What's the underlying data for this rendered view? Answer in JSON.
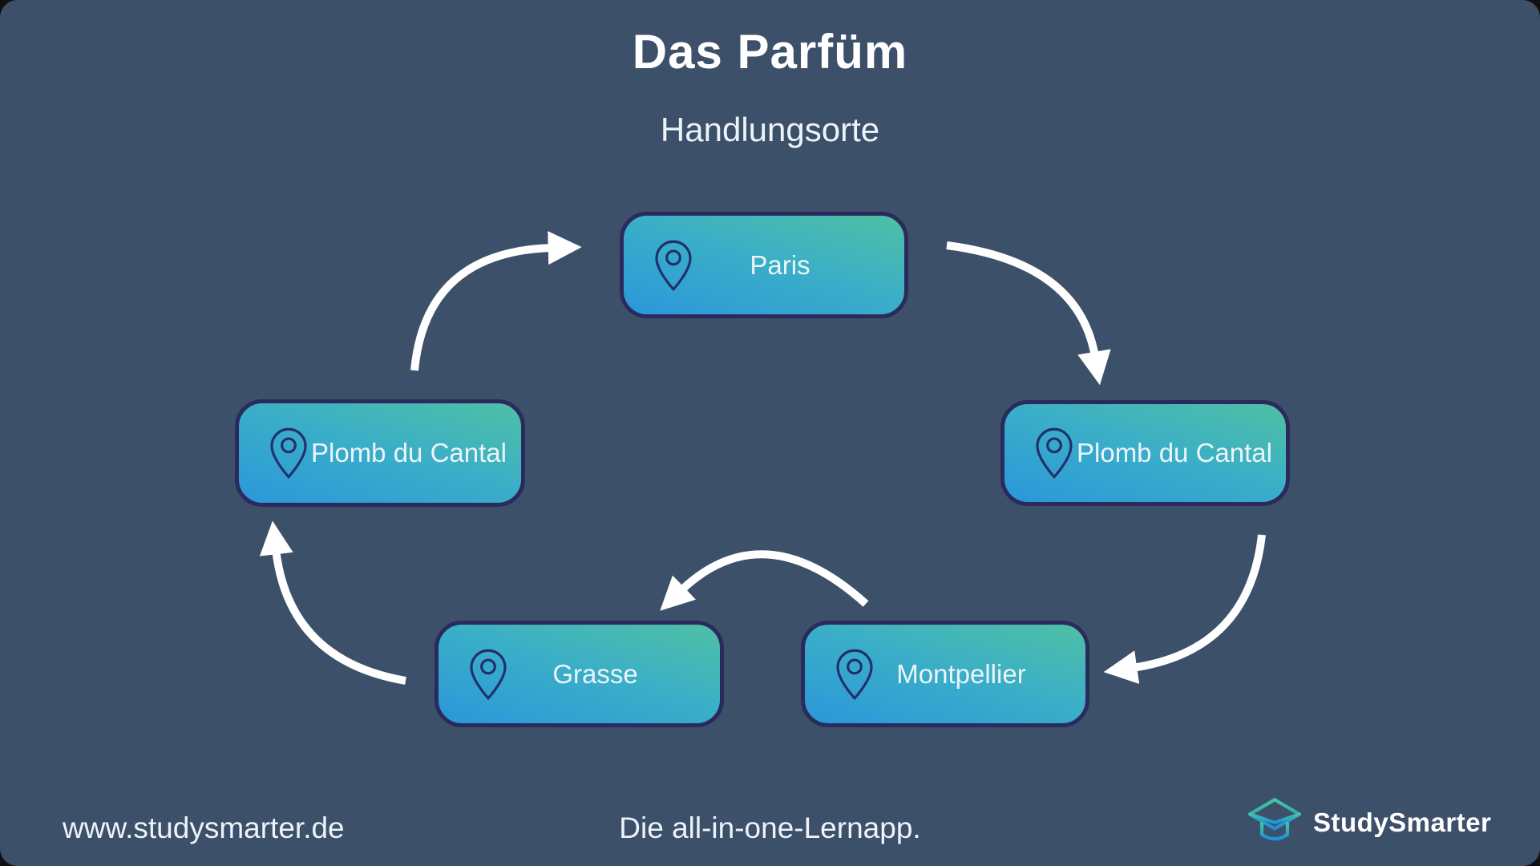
{
  "title": "Das Parfüm",
  "subtitle": "Handlungsorte",
  "diagram": {
    "nodes": [
      {
        "id": "paris",
        "label": "Paris"
      },
      {
        "id": "plomb-du-cantal-right",
        "label": "Plomb du Cantal"
      },
      {
        "id": "montpellier",
        "label": "Montpellier"
      },
      {
        "id": "grasse",
        "label": "Grasse"
      },
      {
        "id": "plomb-du-cantal-left",
        "label": "Plomb du Cantal"
      }
    ],
    "connections": [
      {
        "from": "plomb-du-cantal-left",
        "to": "paris"
      },
      {
        "from": "paris",
        "to": "plomb-du-cantal-right"
      },
      {
        "from": "plomb-du-cantal-right",
        "to": "montpellier"
      },
      {
        "from": "montpellier",
        "to": "grasse"
      },
      {
        "from": "grasse",
        "to": "plomb-du-cantal-left"
      }
    ]
  },
  "footer": {
    "website": "www.studysmarter.de",
    "tagline": "Die all-in-one-Lernapp.",
    "brand": "StudySmarter"
  },
  "colors": {
    "bg": "#3d506a",
    "titleWhite": "#ffffff",
    "text": "#ecf4f9",
    "boxBorder": "#2a2a5c",
    "gradTop": "#4fc0a4",
    "gradBottom": "#2b97da",
    "pinInk": "#22306a",
    "arrow": "#ffffff",
    "logoTeal": "#45c4a4",
    "logoBlue": "#1e90d8"
  }
}
